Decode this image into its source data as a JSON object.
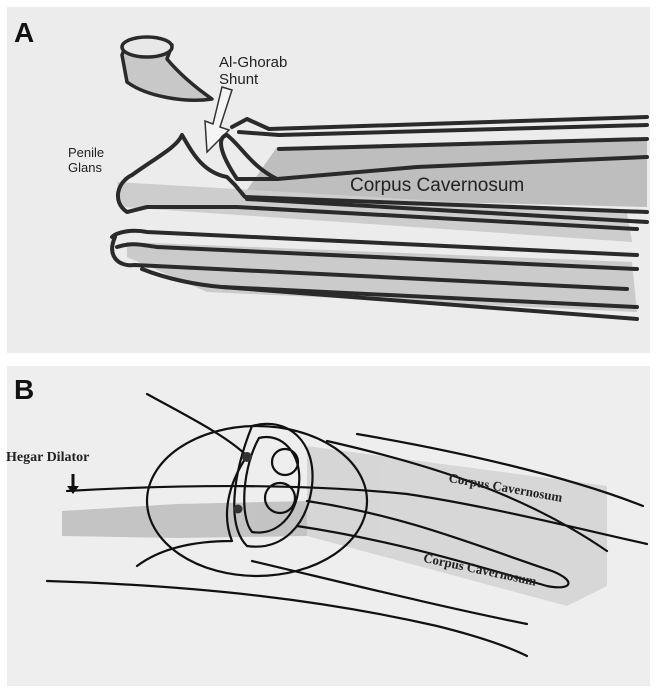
{
  "panels": [
    {
      "letter": "A",
      "labels": {
        "shunt_line1": "Al-Ghorab",
        "shunt_line2": "Shunt",
        "glans_line1": "Penile",
        "glans_line2": "Glans",
        "corpus": "Corpus Cavernosum"
      }
    },
    {
      "letter": "B",
      "labels": {
        "hegar": "Hegar Dilator",
        "corpus_upper": "Corpus Cavernosum",
        "corpus_lower": "Corpus Cavernosum"
      }
    }
  ]
}
